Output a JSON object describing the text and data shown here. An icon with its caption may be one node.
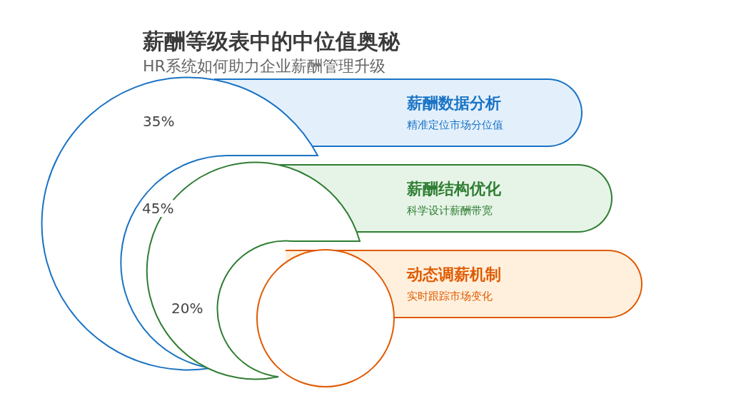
{
  "diagram": {
    "title": "薪酬等级表中的中位值奥秘",
    "nodes": [
      {
        "text": [
          "薪酬数据分析",
          "精准定位市场分位值"
        ]
      },
      {
        "text": [
          "薪酬结构优化",
          "科学设计薪酬带宽"
        ]
      },
      {
        "text": [
          "动态调薪机制",
          "实时跟踪市场变化"
        ]
      }
    ],
    "labels": [
      "HR系统如何助力企业薪酬管理升级",
      "35%",
      "45%",
      "20%"
    ]
  }
}
